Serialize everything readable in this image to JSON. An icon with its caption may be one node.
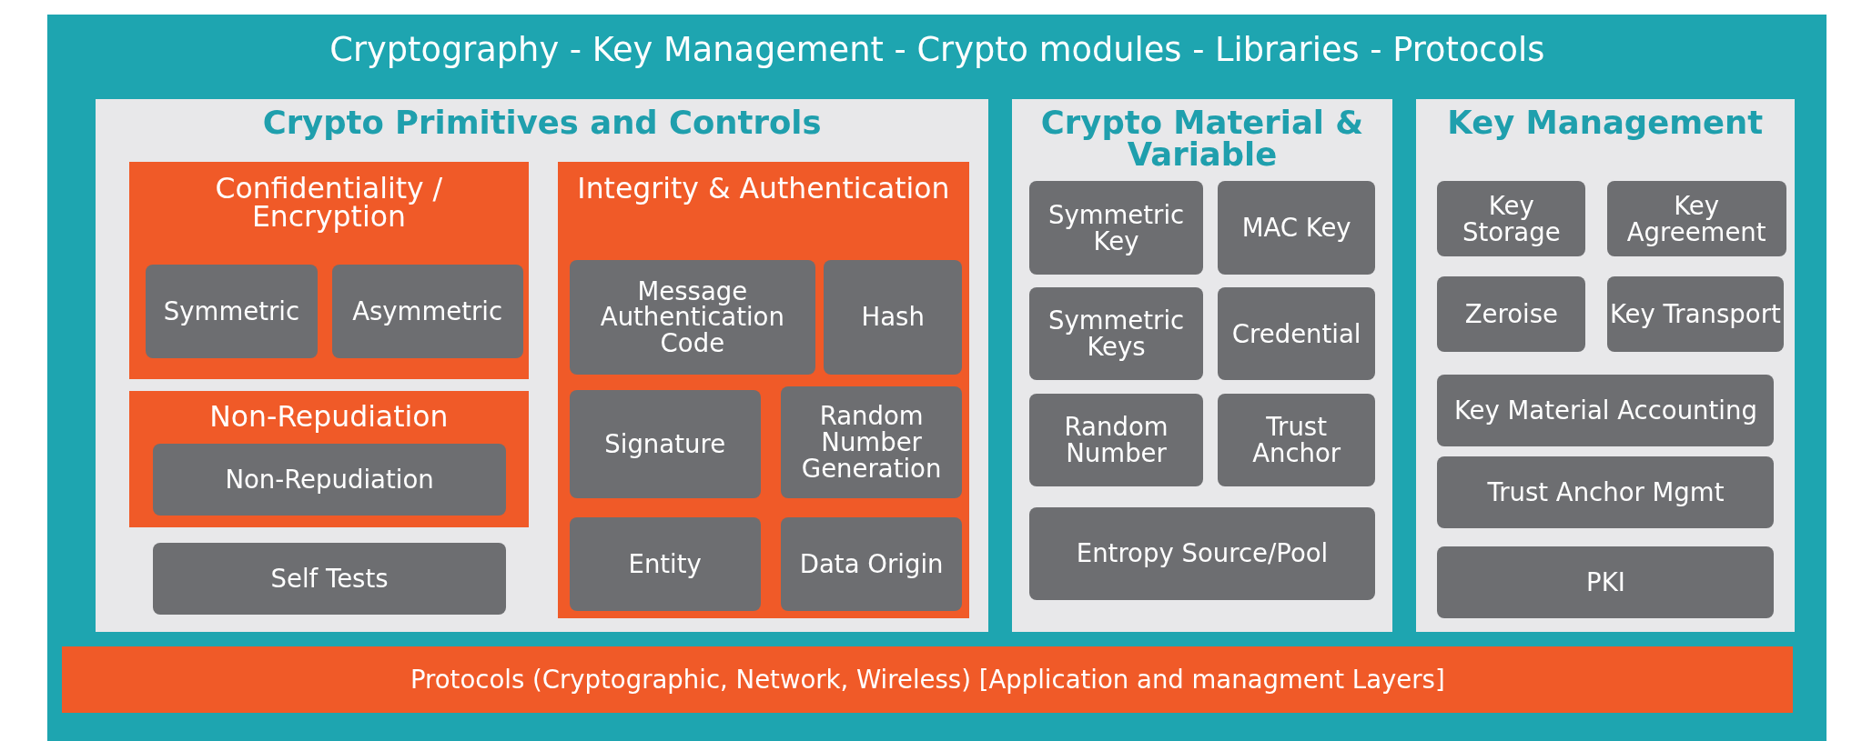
{
  "diagram": {
    "nodes": [
      {
        "text": [
          "Cryptography - Key Management - Crypto modules - Libraries - Protocols"
        ]
      },
      {
        "text": [
          "Crypto Primitives and Controls"
        ],
        "in": 0
      },
      {
        "text": [
          "Confidentiality / Encryption"
        ],
        "in": 1
      },
      {
        "text": [
          "Symmetric"
        ],
        "in": 2
      },
      {
        "text": [
          "Asymmetric"
        ],
        "in": 2
      },
      {
        "text": [
          "Non-Repudiation"
        ],
        "in": 1
      },
      {
        "text": [
          "Non-Repudiation"
        ],
        "in": 5
      },
      {
        "text": [
          "Self Tests"
        ],
        "in": 1
      },
      {
        "text": [
          "Integrity & Authentication"
        ],
        "in": 1
      },
      {
        "text": [
          "Message Authentication Code"
        ],
        "in": 8
      },
      {
        "text": [
          "Hash"
        ],
        "in": 8
      },
      {
        "text": [
          "Signature"
        ],
        "in": 8
      },
      {
        "text": [
          "Random Number Generation"
        ],
        "in": 8
      },
      {
        "text": [
          "Entity"
        ],
        "in": 8
      },
      {
        "text": [
          "Data Origin"
        ],
        "in": 8
      },
      {
        "text": [
          "Crypto Material & Variable"
        ],
        "in": 0
      },
      {
        "text": [
          "Symmetric Key"
        ],
        "in": 15
      },
      {
        "text": [
          "MAC Key"
        ],
        "in": 15
      },
      {
        "text": [
          "Symmetric Keys"
        ],
        "in": 15
      },
      {
        "text": [
          "Credential"
        ],
        "in": 15
      },
      {
        "text": [
          "Random Number"
        ],
        "in": 15
      },
      {
        "text": [
          "Trust Anchor"
        ],
        "in": 15
      },
      {
        "text": [
          "Entropy Source/Pool"
        ],
        "in": 15
      },
      {
        "text": [
          "Key Management"
        ],
        "in": 0
      },
      {
        "text": [
          "Key Storage"
        ],
        "in": 23
      },
      {
        "text": [
          "Key Agreement"
        ],
        "in": 23
      },
      {
        "text": [
          "Zeroise"
        ],
        "in": 23
      },
      {
        "text": [
          "Key Transport"
        ],
        "in": 23
      },
      {
        "text": [
          "Key Material Accounting"
        ],
        "in": 23
      },
      {
        "text": [
          "Trust Anchor Mgmt"
        ],
        "in": 23
      },
      {
        "text": [
          "PKI"
        ],
        "in": 23
      },
      {
        "text": [
          "Protocols (Cryptographic, Network, Wireless) [Application and managment Layers]"
        ],
        "in": 0
      }
    ],
    "edges": []
  }
}
